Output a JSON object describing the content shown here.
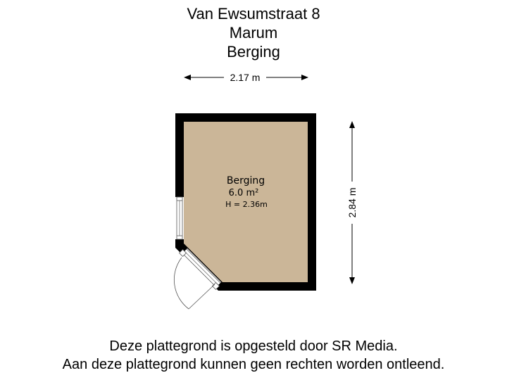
{
  "header": {
    "address": "Van Ewsumstraat 8",
    "city": "Marum",
    "floor": "Berging"
  },
  "dimensions": {
    "width": "2.17 m",
    "height": "2.84 m"
  },
  "room": {
    "name": "Berging",
    "area": "6.0 m²",
    "ceiling_height": "H = 2.36m",
    "fill_color": "#cbb698",
    "wall_color": "#000000"
  },
  "footer": {
    "line1": "Deze plattegrond is opgesteld door SR Media.",
    "line2": "Aan deze plattegrond kunnen geen rechten worden ontleend."
  }
}
